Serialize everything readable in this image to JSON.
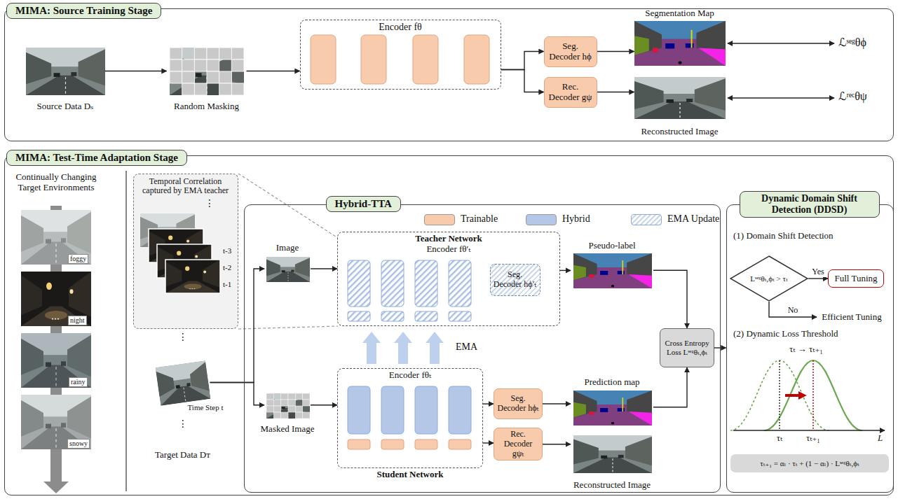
{
  "diagram": {
    "nodes": [
      {
        "text": [
          "MIMA: Source Training Stage"
        ]
      },
      {
        "text": [
          "Source Data Dₛ"
        ],
        "in": 0
      },
      {
        "text": [
          "Random Masking"
        ],
        "in": 0
      },
      {
        "text": [
          "Encoder fθ"
        ],
        "in": 0
      },
      {
        "text": [
          "Seg. Decoder hϕ"
        ],
        "in": 0
      },
      {
        "text": [
          "Rec. Decoder gψ"
        ],
        "in": 0
      },
      {
        "text": [
          "Segmentation Map"
        ],
        "in": 0
      },
      {
        "text": [
          "Reconstructed Image"
        ],
        "in": 0
      },
      {
        "text": [
          "MIMA: Test-Time Adaptation Stage"
        ]
      },
      {
        "text": [
          "Temporal Correlation captured by EMA teacher"
        ],
        "in": 8
      },
      {
        "text": [
          "Time Step t",
          "Target Data Dᴛ"
        ],
        "in": 8
      },
      {
        "text": [
          "Hybrid-TTA"
        ],
        "in": 8
      },
      {
        "text": [
          "Image"
        ],
        "in": 11
      },
      {
        "text": [
          "Teacher Network",
          "Encoder fθ′ₜ"
        ],
        "in": 11
      },
      {
        "text": [
          "Seg. Decoder hϕ′ₜ"
        ],
        "in": 13
      },
      {
        "text": [
          "Pseudo-label"
        ],
        "in": 11
      },
      {
        "text": [
          "Masked Image"
        ],
        "in": 11
      },
      {
        "text": [
          "Encoder fθₜ",
          "Student Network"
        ],
        "in": 11
      },
      {
        "text": [
          "Seg. Decoder hϕₜ"
        ],
        "in": 11
      },
      {
        "text": [
          "Rec. Decoder gψₜ"
        ],
        "in": 11
      },
      {
        "text": [
          "Prediction map"
        ],
        "in": 11
      },
      {
        "text": [
          "Reconstructed Image"
        ],
        "in": 11
      },
      {
        "text": [
          "Cross Entropy Loss Lˢᵉᵍθₜ,ϕₜ"
        ],
        "in": 11
      },
      {
        "text": [
          "Dynamic Domain Shift Detection (DDSD)"
        ],
        "in": 8
      },
      {
        "text": [
          "Lˢᵉᵍθₜ,ϕₜ > τₜ"
        ],
        "in": 23
      },
      {
        "text": [
          "Full Tuning"
        ],
        "in": 23
      },
      {
        "text": [
          "Efficient Tuning"
        ],
        "in": 23
      },
      {
        "text": [
          "τₜ₊₁ = αₗ · τₜ + (1 − αₗ) · Lˢᵉᵍθₜ,ϕₜ"
        ],
        "in": 23
      }
    ],
    "edges": [
      {
        "from": 1,
        "to": 2,
        "arrow": "to"
      },
      {
        "from": 2,
        "to": 3,
        "arrow": "to"
      },
      {
        "from": 3,
        "to": 4,
        "arrow": "to"
      },
      {
        "from": 3,
        "to": 5,
        "arrow": "to"
      },
      {
        "from": 4,
        "to": 6,
        "arrow": "to"
      },
      {
        "from": 5,
        "to": 7,
        "arrow": "to"
      },
      {
        "from": 10,
        "to": 12,
        "arrow": "to"
      },
      {
        "from": 10,
        "to": 16,
        "arrow": "to"
      },
      {
        "from": 12,
        "to": 13,
        "arrow": "to"
      },
      {
        "from": 16,
        "to": 17,
        "arrow": "to"
      },
      {
        "from": 13,
        "to": 15,
        "arrow": "to"
      },
      {
        "from": 17,
        "to": 18,
        "arrow": "to"
      },
      {
        "from": 17,
        "to": 19,
        "arrow": "to"
      },
      {
        "from": 18,
        "to": 20,
        "arrow": "to"
      },
      {
        "from": 19,
        "to": 21,
        "arrow": "to"
      },
      {
        "from": 15,
        "to": 22,
        "arrow": "to"
      },
      {
        "from": 20,
        "to": 22,
        "arrow": "to"
      },
      {
        "from": 22,
        "to": 23,
        "arrow": "to"
      },
      {
        "from": 24,
        "to": 25,
        "label": "Yes",
        "arrow": "to"
      },
      {
        "from": 24,
        "to": 26,
        "label": "No",
        "arrow": "to"
      }
    ],
    "labels": [
      "ℒˢᵉᵍθϕ",
      "ℒʳᵉᶜθψ",
      "Continually Changing Target Environments",
      "foggy",
      "night",
      "rainy",
      "snowy",
      "⋮",
      "t-3",
      "t-2",
      "t-1",
      "⋮",
      "⋮",
      "EMA",
      "(1) Domain Shift Detection",
      "(2) Dynamic Loss Threshold",
      "τₜ → τₜ₊₁",
      "τₜ",
      "τₜ₊₁",
      "L"
    ],
    "legend": [
      {
        "text": "Trainable",
        "color": "#f8cbad"
      },
      {
        "text": "Hybrid",
        "color": "#b4c7e7"
      },
      {
        "text": "EMA Update"
      }
    ]
  }
}
